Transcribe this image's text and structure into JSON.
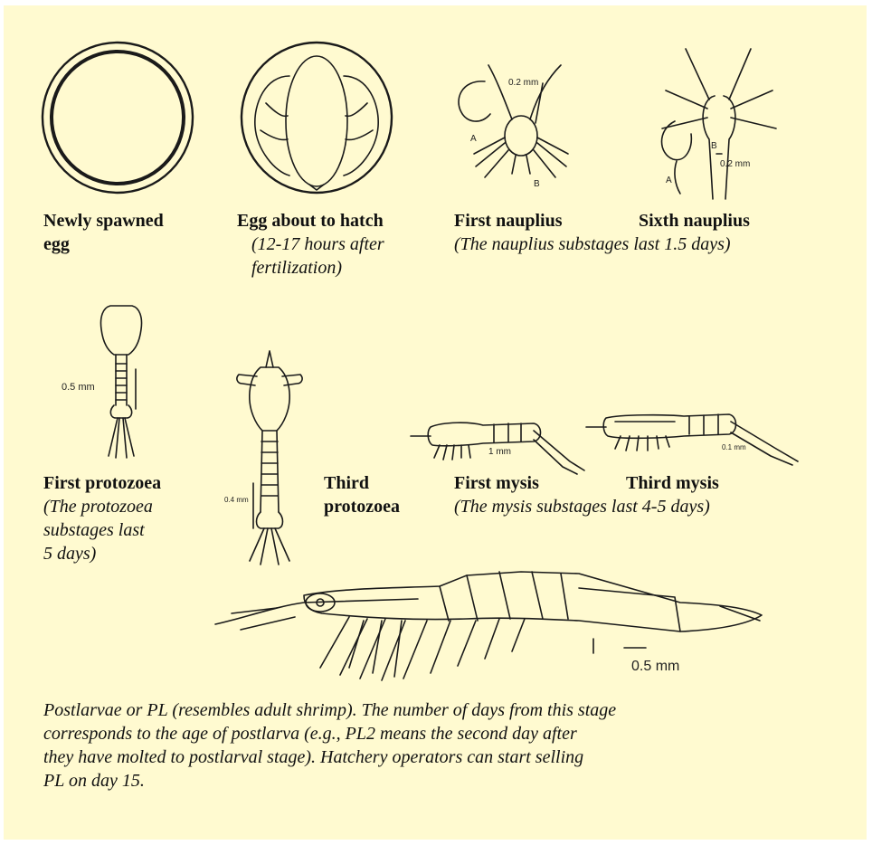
{
  "stages": {
    "newly_spawned_egg": {
      "title_line1": "Newly spawned",
      "title_line2": "egg"
    },
    "egg_about_to_hatch": {
      "title": "Egg about to hatch",
      "note_line1": "(12-17 hours after",
      "note_line2": "fertilization)"
    },
    "first_nauplius": {
      "title": "First nauplius",
      "scale": "0.2 mm",
      "letters": [
        "A",
        "B"
      ]
    },
    "sixth_nauplius": {
      "title": "Sixth nauplius",
      "scale": "0.2 mm",
      "letters": [
        "A",
        "B"
      ]
    },
    "nauplius_note": "(The nauplius substages last 1.5 days)",
    "first_protozoea": {
      "title": "First protozoea",
      "scale": "0.5 mm",
      "note_line1": "(The protozoea",
      "note_line2": "substages last",
      "note_line3": "5 days)"
    },
    "third_protozoea": {
      "title_line1": "Third",
      "title_line2": "protozoea",
      "scale": "0.4 mm"
    },
    "first_mysis": {
      "title": "First mysis",
      "scale": "1 mm"
    },
    "third_mysis": {
      "title": "Third mysis",
      "scale": "0.1 mm"
    },
    "mysis_note": "(The mysis substages last 4-5 days)",
    "postlarva": {
      "scale": "0.5 mm"
    }
  },
  "caption": {
    "line1": "Postlarvae or PL (resembles adult shrimp). The number of days from this stage",
    "line2": "corresponds to the age of postlarva (e.g., PL2 means the second day after",
    "line3": "they have molted to postlarval stage). Hatchery operators can start selling",
    "line4": "PL on day 15."
  }
}
